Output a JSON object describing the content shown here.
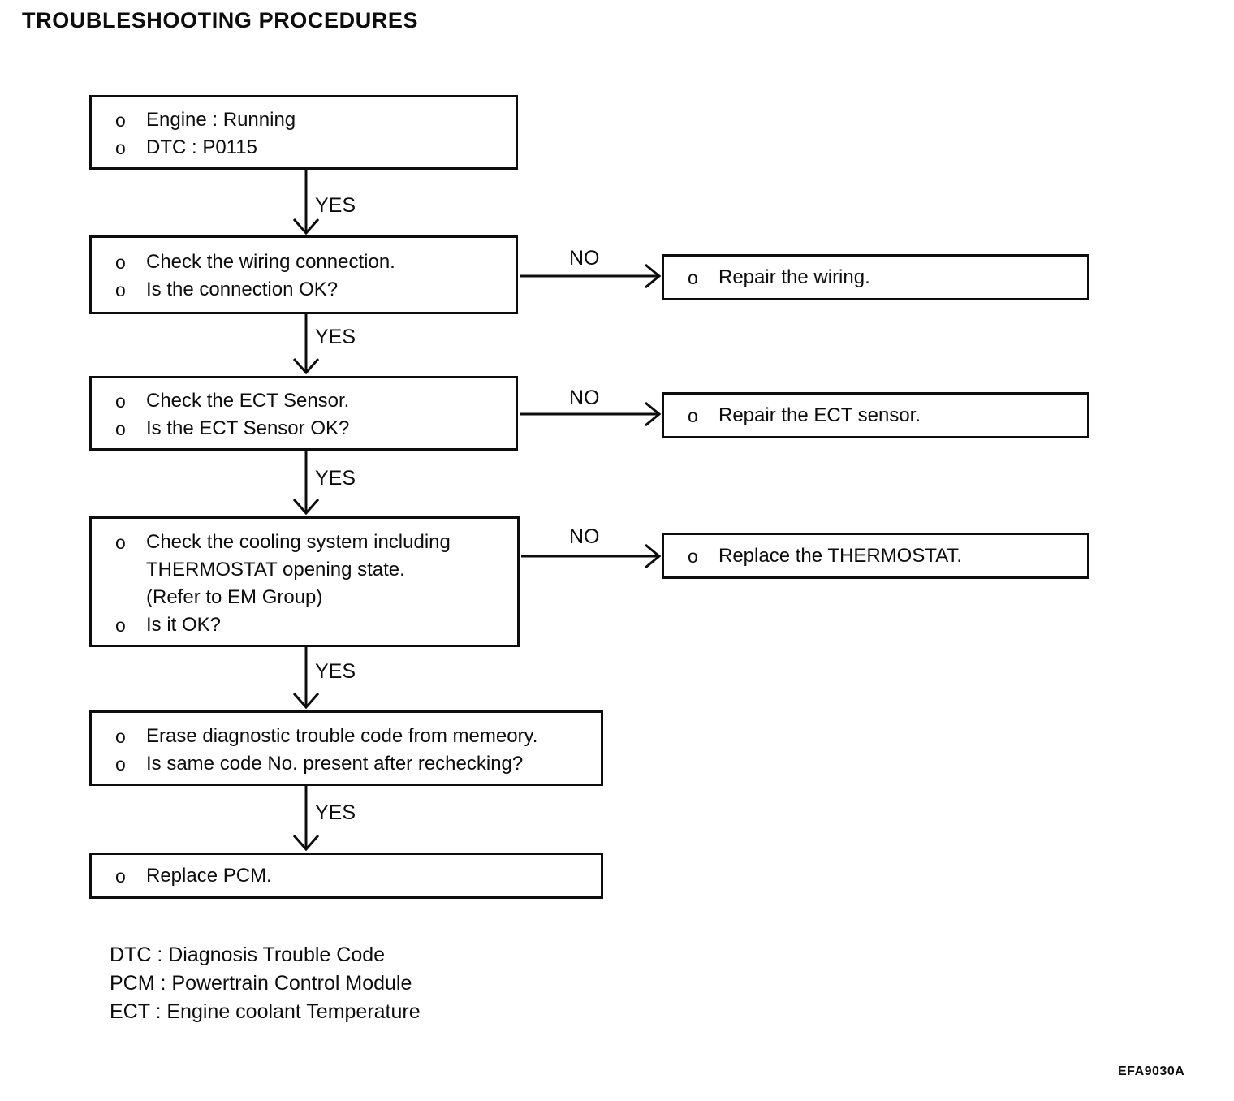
{
  "title": "TROUBLESHOOTING PROCEDURES",
  "figure_code": "EFA9030A",
  "labels": {
    "yes": "YES",
    "no": "NO",
    "bullet": "o"
  },
  "flow": {
    "start": {
      "b1": "Engine : Running",
      "b2": "DTC : P0115"
    },
    "check_wiring": {
      "b1": "Check the wiring connection.",
      "b2": "Is the connection OK?"
    },
    "repair_wiring": {
      "b1": "Repair the wiring."
    },
    "check_ect": {
      "b1": "Check the ECT Sensor.",
      "b2": "Is the ECT Sensor OK?"
    },
    "repair_ect": {
      "b1": "Repair the ECT sensor."
    },
    "check_cooling": {
      "b1_l1": "Check the cooling system including",
      "b1_l2": "THERMOSTAT opening state.",
      "b1_l3": "(Refer to EM Group)",
      "b2": "Is it OK?"
    },
    "replace_thermostat": {
      "b1": "Replace the THERMOSTAT."
    },
    "erase_code": {
      "b1": "Erase diagnostic trouble code from memeory.",
      "b2": "Is same code No. present after rechecking?"
    },
    "replace_pcm": {
      "b1": "Replace PCM."
    }
  },
  "legend": {
    "dtc": "DTC : Diagnosis Trouble Code",
    "pcm": "PCM : Powertrain Control Module",
    "ect": "ECT : Engine coolant Temperature"
  }
}
